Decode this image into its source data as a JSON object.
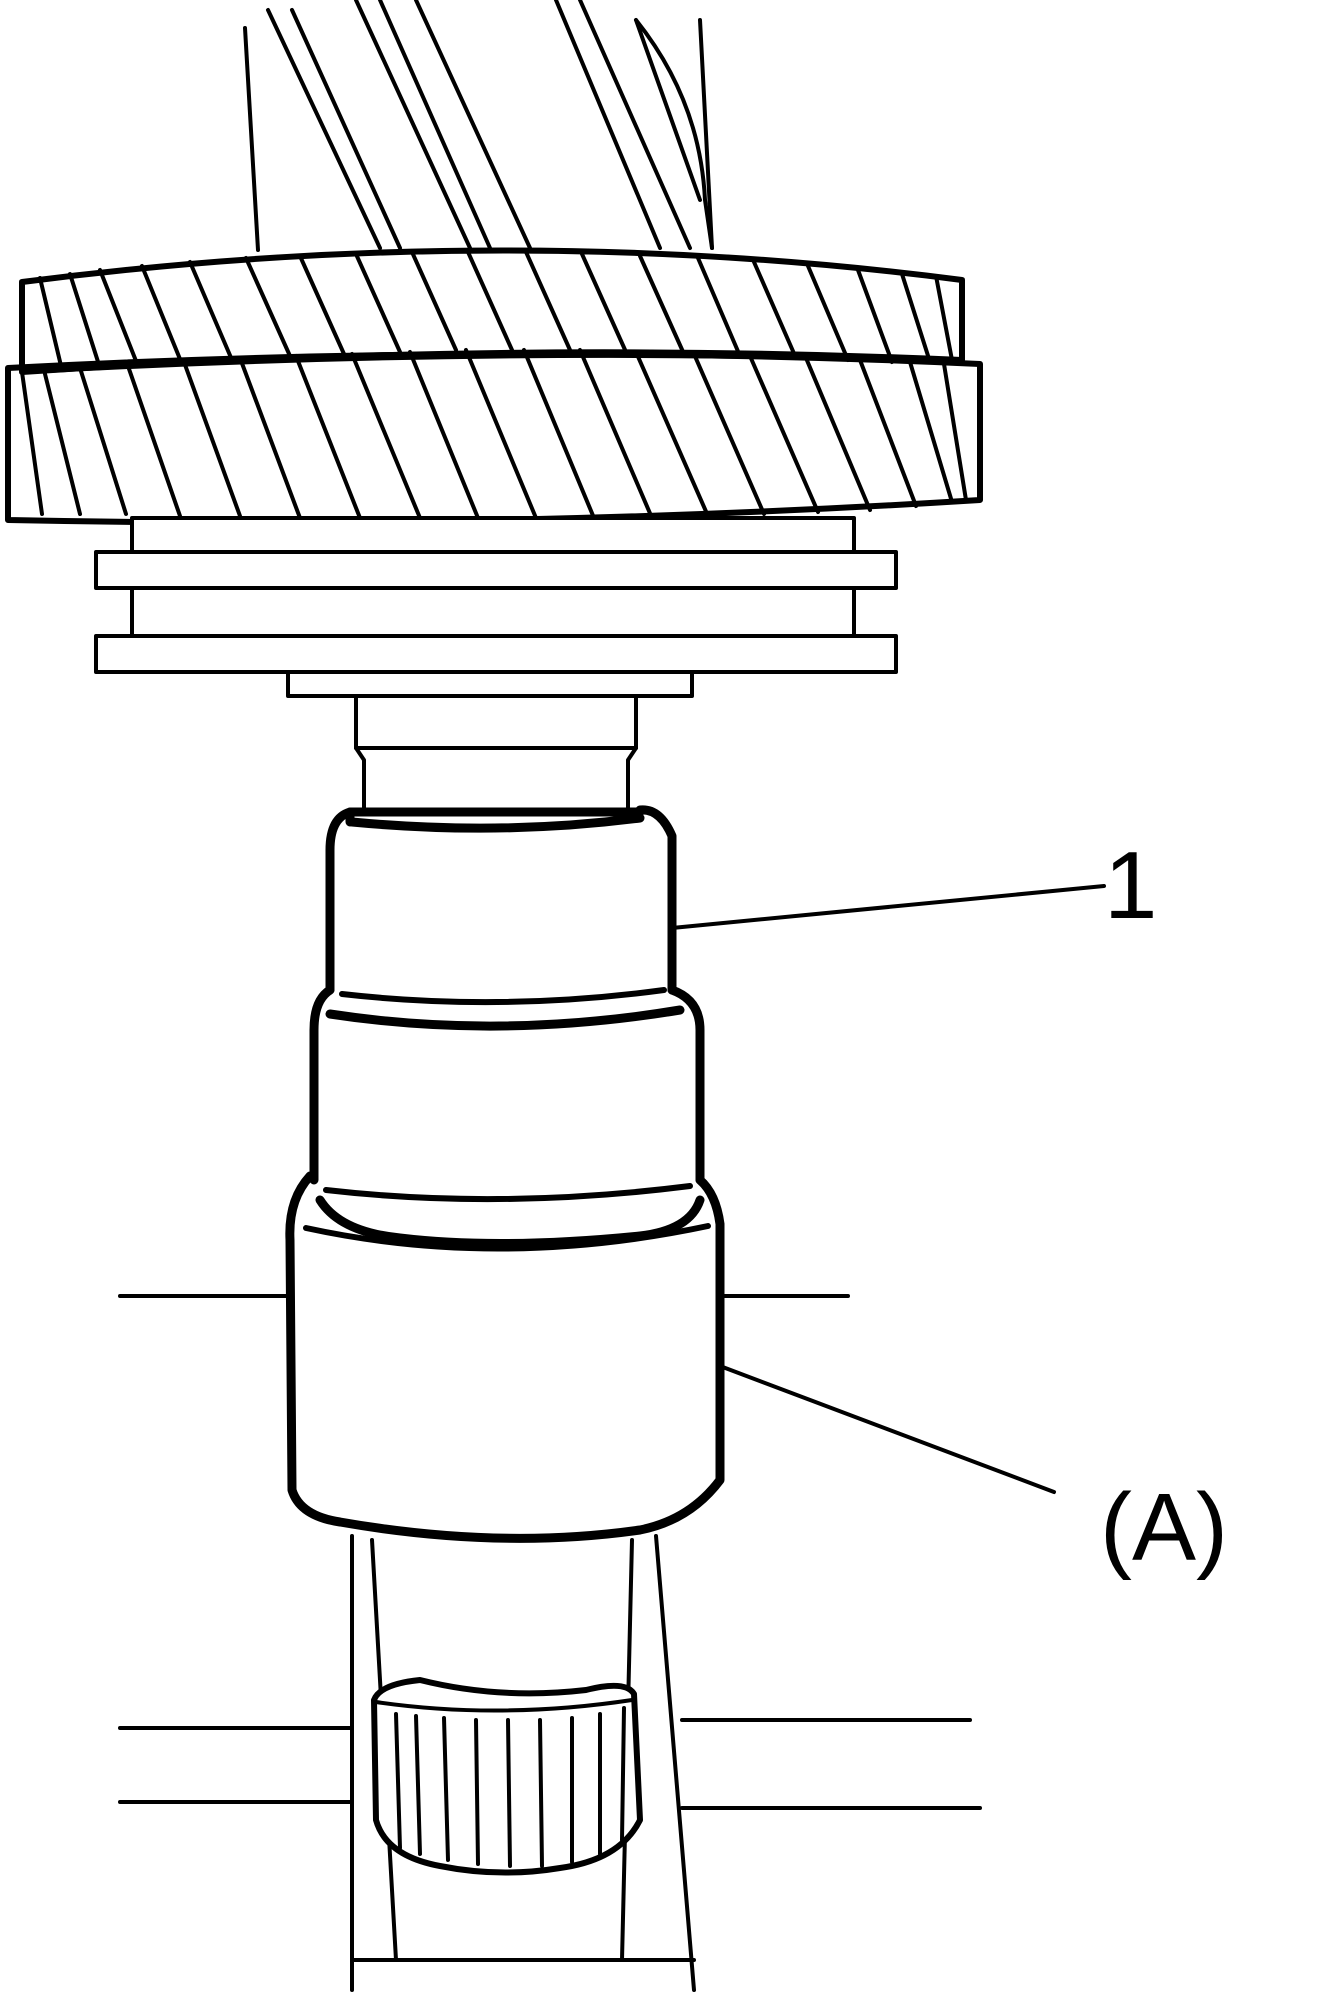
{
  "callouts": [
    {
      "id": "part-1",
      "label": "1"
    },
    {
      "id": "tool-a",
      "label": "(A)"
    }
  ],
  "colors": {
    "line": "#000000",
    "background": "#ffffff"
  }
}
